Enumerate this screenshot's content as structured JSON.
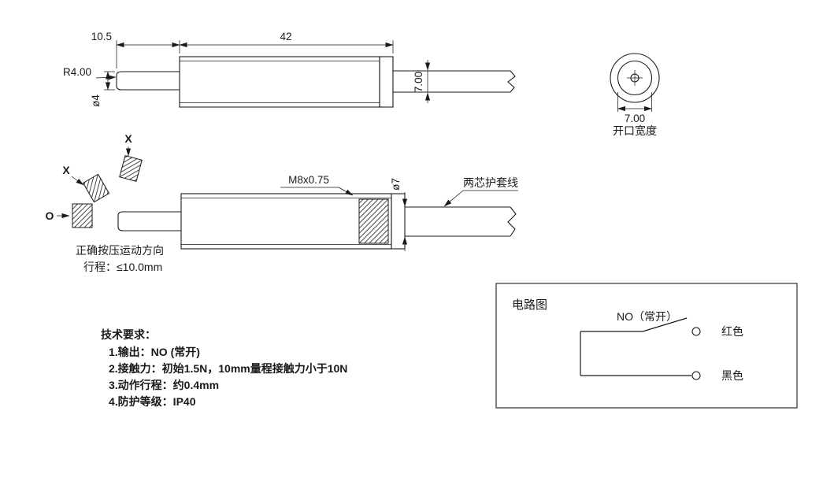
{
  "colors": {
    "ink": "#1a1a1a",
    "background": "#ffffff"
  },
  "top_view": {
    "dim_plunger_length": "10.5",
    "dim_thread_length": "42",
    "dim_tip_radius": "R4.00",
    "dim_plunger_diameter": "ø4",
    "dim_cable_diameter": "7.00"
  },
  "end_view": {
    "dim_opening_width": "7.00",
    "caption": "开口宽度"
  },
  "front_view": {
    "thread_spec": "M8x0.75",
    "dim_body_diameter": "ø7",
    "cable_label": "两芯护套线"
  },
  "press_direction": {
    "marker_x_top": "X",
    "marker_x_left": "X",
    "marker_o": "O",
    "caption_line1": "正确按压运动方向",
    "caption_line2": "行程：≤10.0mm"
  },
  "technical_requirements": {
    "title": "技术要求：",
    "items": [
      "1.输出：NO (常开)",
      "2.接触力：初始1.5N，10mm量程接触力小于10N",
      "3.动作行程：约0.4mm",
      "4.防护等级：IP40"
    ]
  },
  "circuit": {
    "title": "电路图",
    "contact_label": "NO（常开）",
    "red_wire": "红色",
    "black_wire": "黑色"
  }
}
